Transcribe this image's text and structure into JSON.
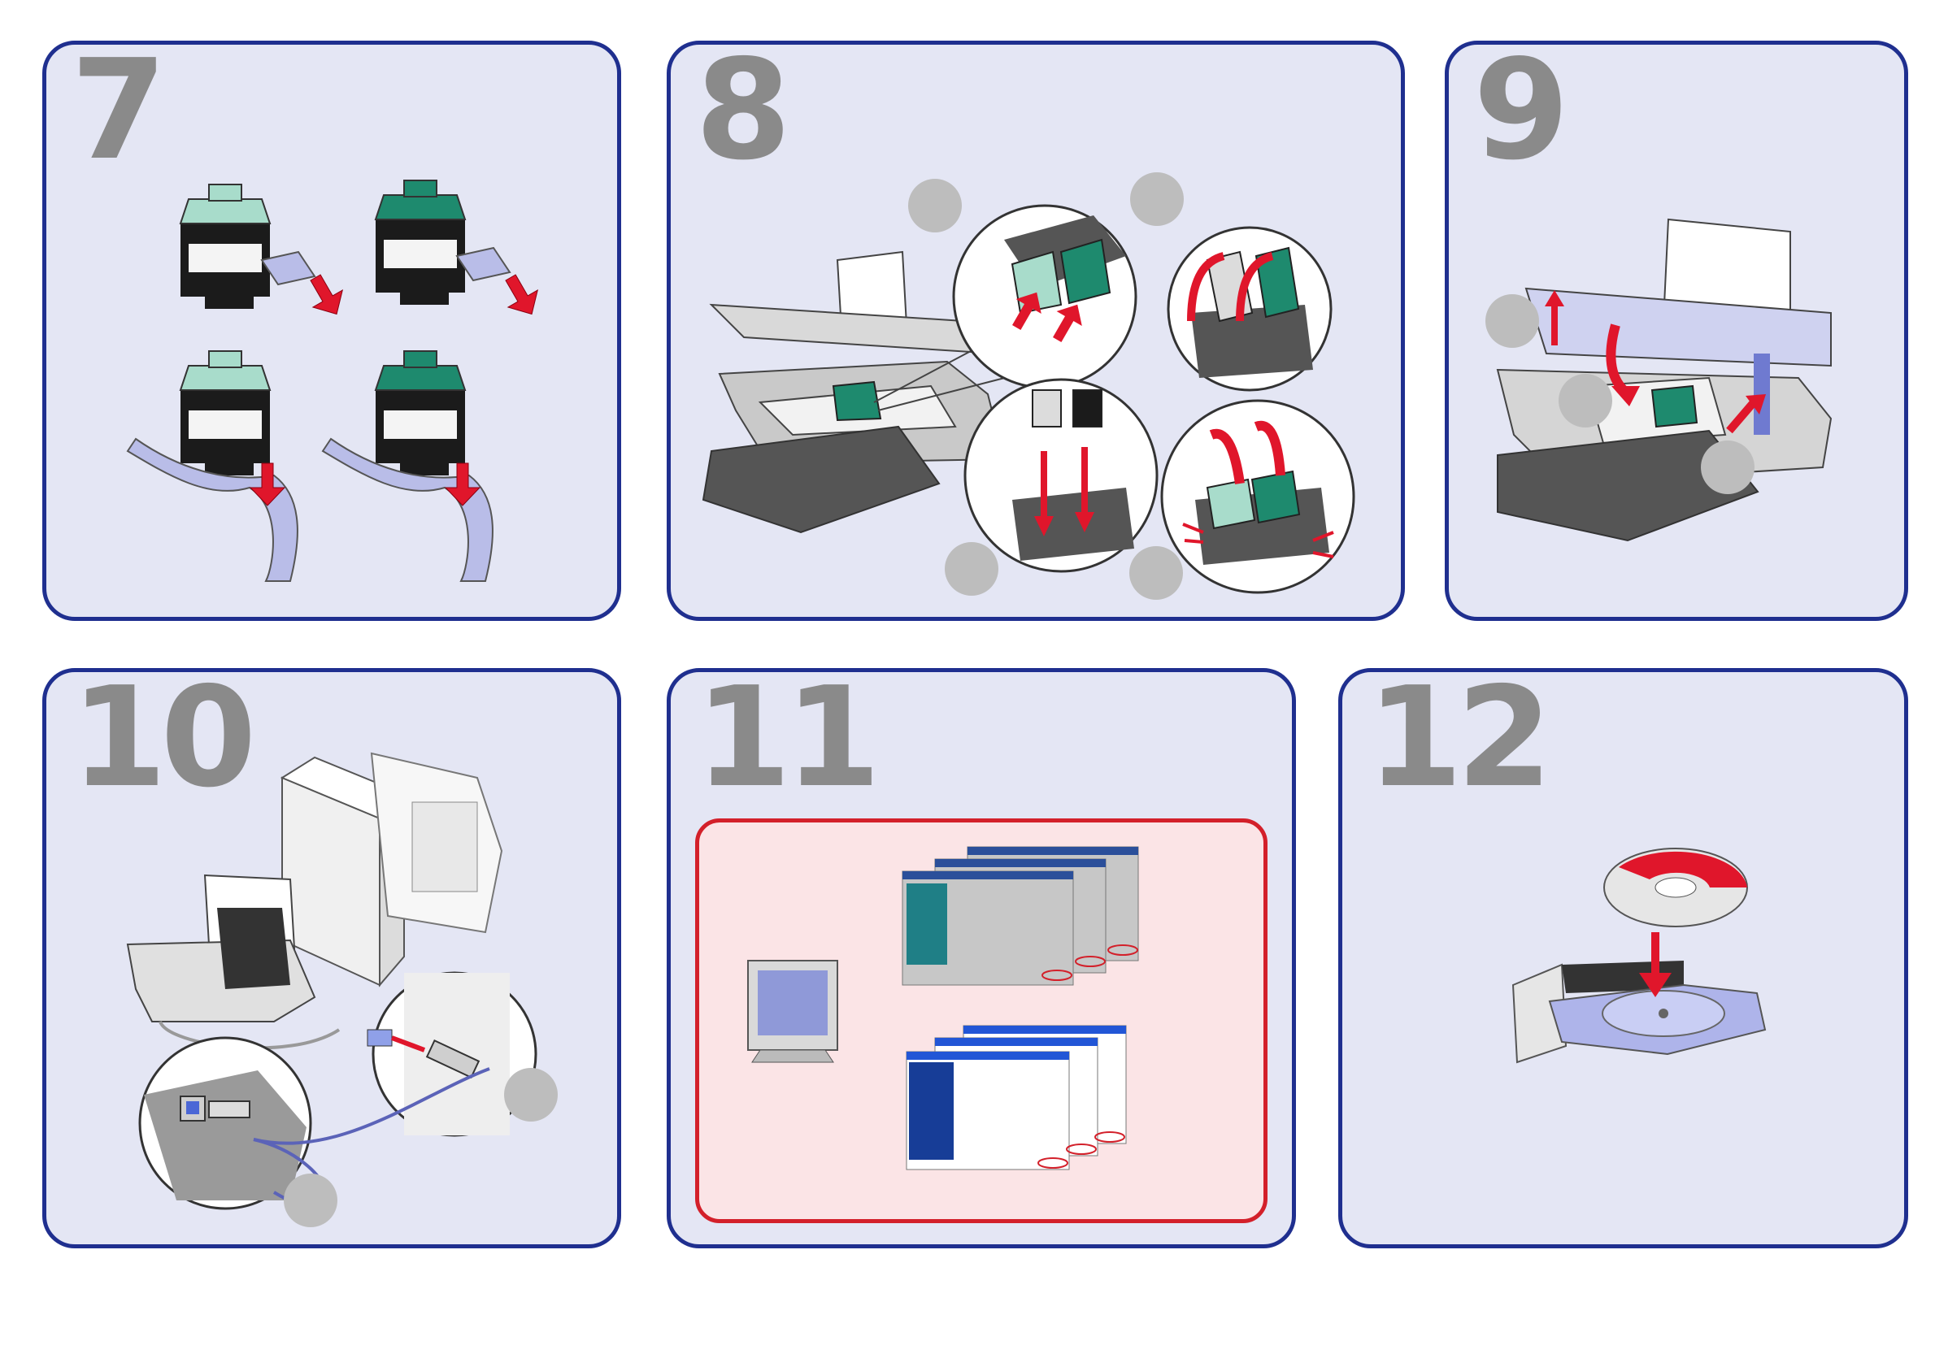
{
  "steps": [
    {
      "number": "7"
    },
    {
      "number": "8"
    },
    {
      "number": "9"
    },
    {
      "number": "10"
    },
    {
      "number": "11"
    },
    {
      "number": "12"
    }
  ],
  "colors": {
    "panel_bg": "#e4e6f4",
    "panel_border": "#1f2f8f",
    "step_number": "#8a8a8a",
    "arrow_red": "#e0162b",
    "cartridge_green": "#1e8a6e",
    "cartridge_mint": "#a8dccb",
    "callout_gray": "#bdbdbd",
    "tape_lavender": "#b9bde8",
    "install_box_bg": "#fbe4e6",
    "install_box_border": "#d3202a",
    "xp_title_blue": "#2256d6"
  },
  "icons": [
    "cartridge-icon",
    "tape-strip-icon",
    "red-arrow-icon",
    "printer-icon",
    "computer-icon",
    "usb-cable-icon",
    "monitor-icon",
    "wizard-window-icon",
    "cd-disc-icon",
    "cd-tray-icon"
  ]
}
